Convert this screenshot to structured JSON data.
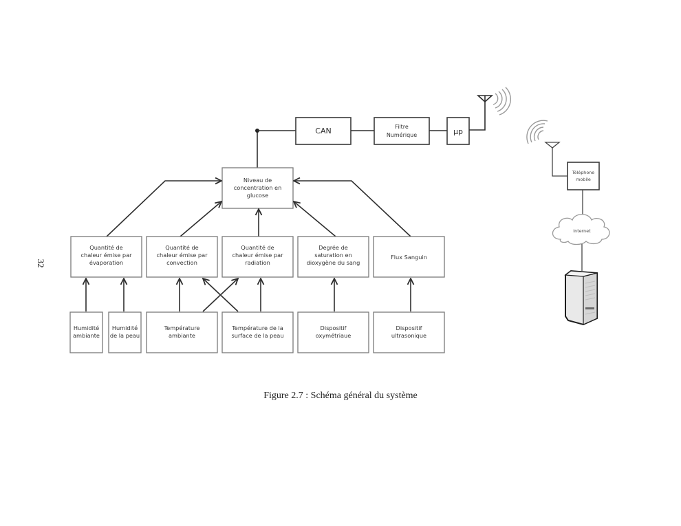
{
  "page": {
    "number": "32"
  },
  "figure": {
    "caption": "Figure 2.7 : Schéma général du système"
  },
  "chain": {
    "can": "CAN",
    "filtre": [
      "Filtre",
      "Numérique"
    ],
    "micro": "μp"
  },
  "central": {
    "lines": [
      "Niveau de",
      "concentration en",
      "glucose"
    ]
  },
  "middle_row": [
    {
      "id": "evaporation",
      "lines": [
        "Quantité de",
        "chaleur émise par",
        "évaporation"
      ]
    },
    {
      "id": "convection",
      "lines": [
        "Quantité de",
        "chaleur émise par",
        "convection"
      ]
    },
    {
      "id": "radiation",
      "lines": [
        "Quantité de",
        "chaleur émise par",
        "radiation"
      ]
    },
    {
      "id": "saturation",
      "lines": [
        "Degrée de",
        "saturation en",
        "dioxygène du sang"
      ]
    },
    {
      "id": "flux",
      "lines": [
        "Flux Sanguin"
      ]
    }
  ],
  "bottom_row": [
    {
      "id": "humidite-ambiante",
      "lines": [
        "Humidité",
        "ambiante"
      ]
    },
    {
      "id": "humidite-peau",
      "lines": [
        "Humidité",
        "de la peau"
      ]
    },
    {
      "id": "temperature-ambiante",
      "lines": [
        "Température",
        "ambiante"
      ]
    },
    {
      "id": "temperature-surface",
      "lines": [
        "Température de la",
        "surface de la peau"
      ]
    },
    {
      "id": "oxymetrique",
      "lines": [
        "Dispositif",
        "oxymétriaue"
      ]
    },
    {
      "id": "ultrasonique",
      "lines": [
        "Dispositif",
        "ultrasonique"
      ]
    }
  ],
  "remote": {
    "phone": [
      "Téléphone",
      "mobile"
    ],
    "cloud": "Internet"
  },
  "icons": {
    "antenna": "antenna-icon",
    "waves": "radio-waves-icon",
    "cloud": "cloud-icon",
    "server": "server-tower-icon"
  }
}
